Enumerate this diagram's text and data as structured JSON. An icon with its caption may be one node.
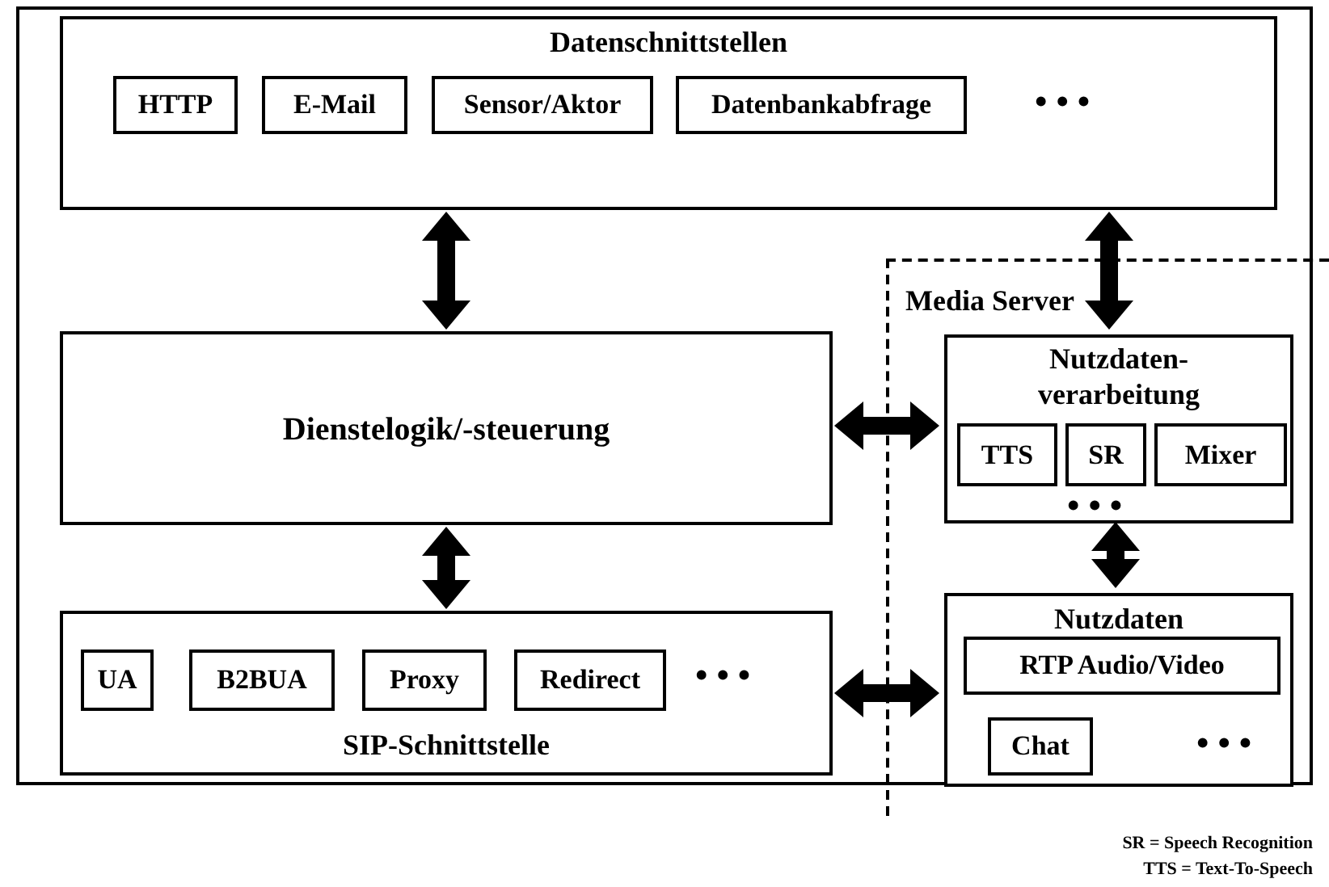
{
  "diagram": {
    "nodes": [
      {
        "text": [
          "Datenschnittstellen"
        ]
      },
      {
        "text": [
          "HTTP"
        ],
        "in": 0
      },
      {
        "text": [
          "E-Mail"
        ],
        "in": 0
      },
      {
        "text": [
          "Sensor/Aktor"
        ],
        "in": 0
      },
      {
        "text": [
          "Datenbankabfrage"
        ],
        "in": 0
      },
      {
        "text": [
          "Dienstelogik/-steuerung"
        ]
      },
      {
        "text": [
          "SIP-Schnittstelle"
        ]
      },
      {
        "text": [
          "UA"
        ],
        "in": 6
      },
      {
        "text": [
          "B2BUA"
        ],
        "in": 6
      },
      {
        "text": [
          "Proxy"
        ],
        "in": 6
      },
      {
        "text": [
          "Redirect"
        ],
        "in": 6
      },
      {
        "text": [
          "Media Server"
        ]
      },
      {
        "text": [
          "Nutzdaten- verarbeitung"
        ],
        "in": 11
      },
      {
        "text": [
          "TTS"
        ],
        "in": 12
      },
      {
        "text": [
          "SR"
        ],
        "in": 12
      },
      {
        "text": [
          "Mixer"
        ],
        "in": 12
      },
      {
        "text": [
          "Nutzdaten"
        ],
        "in": 11
      },
      {
        "text": [
          "RTP Audio/Video"
        ],
        "in": 16
      },
      {
        "text": [
          "Chat"
        ],
        "in": 16
      }
    ],
    "edges": [
      {
        "from": 0,
        "to": 5,
        "arrow": "both"
      },
      {
        "from": 0,
        "to": 12,
        "arrow": "both"
      },
      {
        "from": 5,
        "to": 12,
        "arrow": "both"
      },
      {
        "from": 5,
        "to": 6,
        "arrow": "both"
      },
      {
        "from": 12,
        "to": 16,
        "arrow": "both"
      },
      {
        "from": 6,
        "to": 16,
        "arrow": "both"
      }
    ],
    "labels": [
      "• • •",
      "• • •",
      "• • •",
      "• • •",
      "SR = Speech Recognition",
      "TTS = Text-To-Speech"
    ]
  }
}
